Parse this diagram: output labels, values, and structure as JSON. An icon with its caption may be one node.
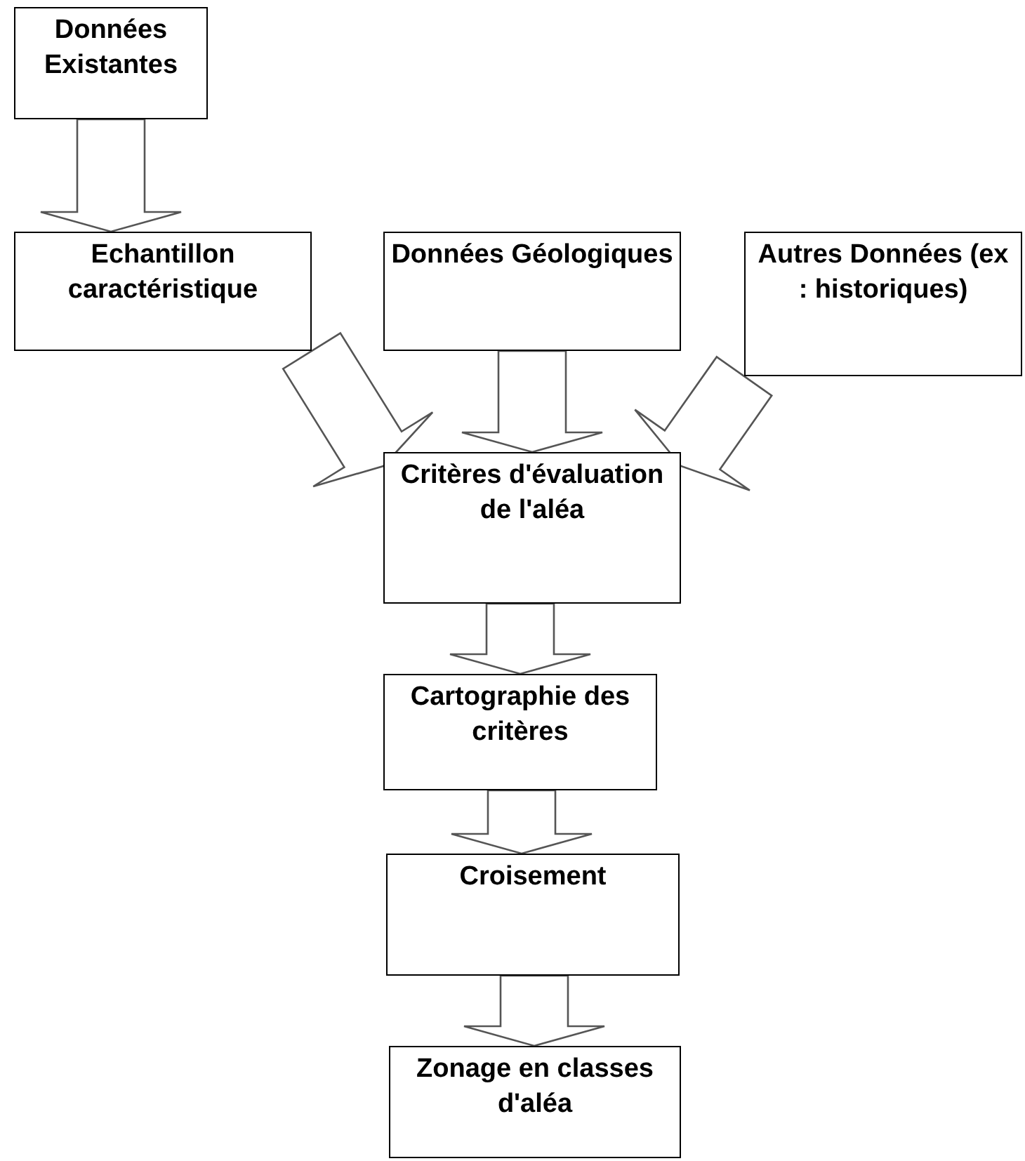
{
  "diagram": {
    "nodes": [
      {
        "text": [
          "Données Existantes"
        ]
      },
      {
        "text": [
          "Echantillon caractéristique"
        ]
      },
      {
        "text": [
          "Données Géologiques"
        ]
      },
      {
        "text": [
          "Autres Données (ex : historiques)"
        ]
      },
      {
        "text": [
          "Critères d'évaluation de l'aléa"
        ]
      },
      {
        "text": [
          "Cartographie des critères"
        ]
      },
      {
        "text": [
          "Croisement"
        ]
      },
      {
        "text": [
          "Zonage en classes d'aléa"
        ]
      }
    ],
    "edges": [
      {
        "from": 0,
        "to": 1,
        "arrow": "to"
      },
      {
        "from": 1,
        "to": 4,
        "arrow": "to"
      },
      {
        "from": 2,
        "to": 4,
        "arrow": "to"
      },
      {
        "from": 3,
        "to": 4,
        "arrow": "to"
      },
      {
        "from": 4,
        "to": 5,
        "arrow": "to"
      },
      {
        "from": 5,
        "to": 6,
        "arrow": "to"
      },
      {
        "from": 6,
        "to": 7,
        "arrow": "to"
      }
    ]
  }
}
